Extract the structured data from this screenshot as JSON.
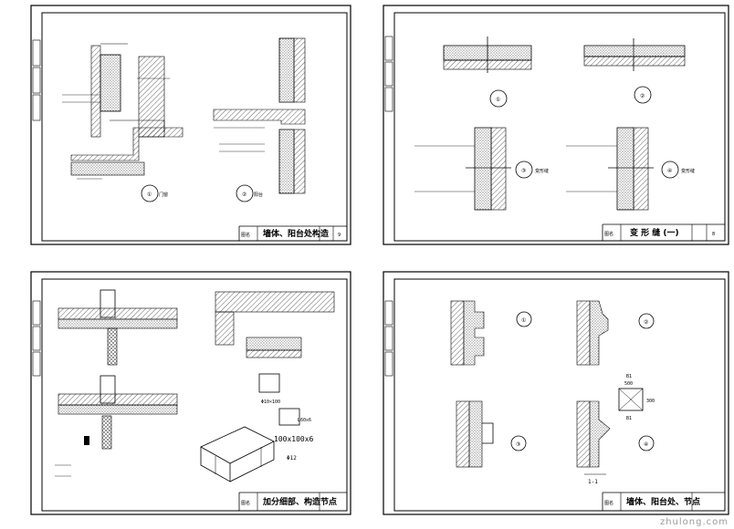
{
  "sheets": [
    {
      "title": "墙体、阳台处构造",
      "page": "9",
      "margin_tag": "图名"
    },
    {
      "title": "变 形 缝 (一)",
      "page": "8",
      "margin_tag": "图名"
    },
    {
      "title": "加分细部、构造节点",
      "page": "",
      "margin_tag": "图名"
    },
    {
      "title": "墙体、阳台处、节点",
      "page": "",
      "margin_tag": "图名"
    }
  ],
  "labels": {
    "s1_mark1": "①",
    "s1_mark2": "②",
    "s1_caption1": "门窗",
    "s1_caption2": "阳台",
    "s2_mark1": "①",
    "s2_mark2": "②",
    "s2_mark3": "③",
    "s2_mark4": "④",
    "s2_cap3": "变形缝",
    "s2_cap4": "变形缝",
    "s3_size1": "Φ10×100",
    "s3_size2": "100x100x6",
    "s3_size3": "L60x6",
    "s3_size4": "Φ12",
    "s4_cap1": "①",
    "s4_cap2": "②",
    "s4_cap3": "③",
    "s4_cap4": "④",
    "s4_section": "1-1",
    "s4_dim1": "500",
    "s4_dim2": "300",
    "s4_b1": "B1",
    "s4_b2": "B1"
  },
  "watermark": "zhulong.com"
}
